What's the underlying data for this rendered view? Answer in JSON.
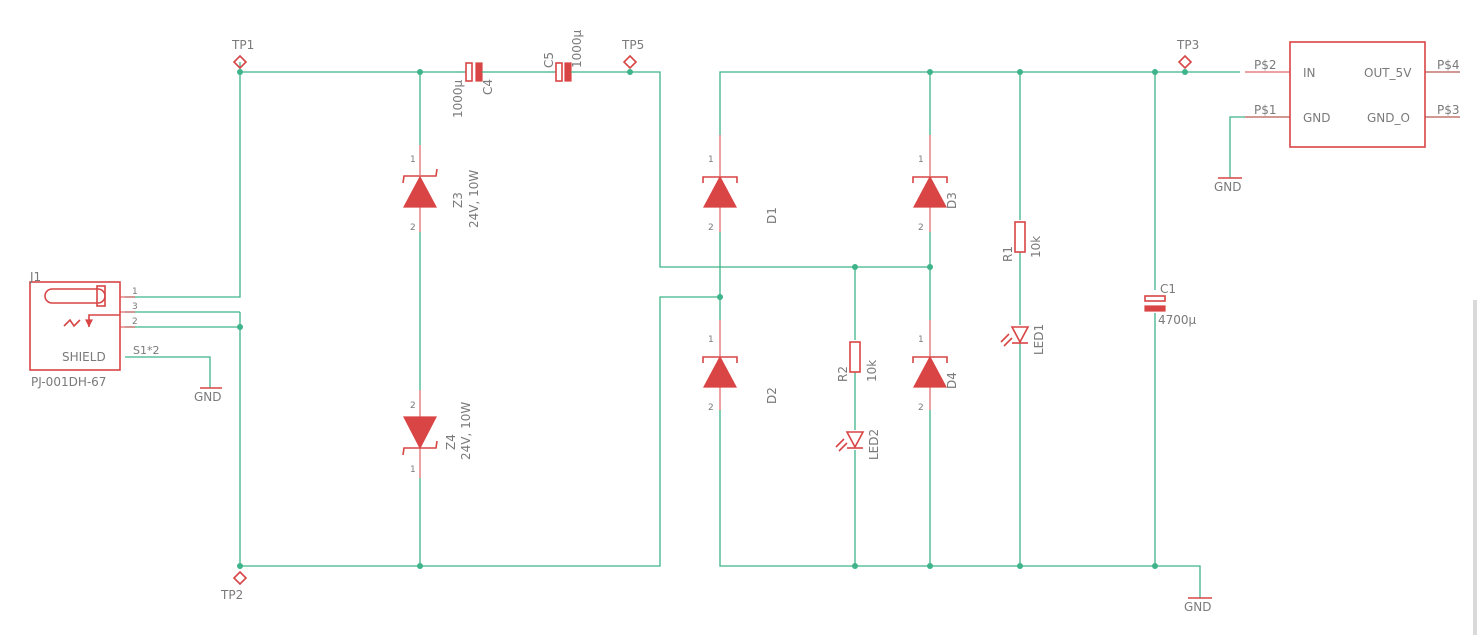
{
  "schematic": {
    "testpoints": {
      "tp1": "TP1",
      "tp2": "TP2",
      "tp3": "TP3",
      "tp5": "TP5"
    },
    "jack": {
      "ref": "J1",
      "value": "PJ-001DH-67",
      "shield_text": "SHIELD",
      "pins": [
        "1",
        "3",
        "2"
      ],
      "shield_pin": "S1*2"
    },
    "gnd": [
      "GND",
      "GND",
      "GND"
    ],
    "capacitors": {
      "c4": {
        "ref": "C4",
        "value": "1000µ"
      },
      "c5": {
        "ref": "C5",
        "value": "1000µ"
      },
      "c1": {
        "ref": "C1",
        "value": "4700µ"
      }
    },
    "zeners": {
      "z3": {
        "ref": "Z3",
        "value": "24V, 10W"
      },
      "z4": {
        "ref": "Z4",
        "value": "24V, 10W"
      }
    },
    "diodes": {
      "d1": "D1",
      "d2": "D2",
      "d3": "D3",
      "d4": "D4"
    },
    "resistors": {
      "r1": {
        "ref": "R1",
        "value": "10k"
      },
      "r2": {
        "ref": "R2",
        "value": "10k"
      }
    },
    "leds": {
      "led1": "LED1",
      "led2": "LED2"
    },
    "regulator": {
      "in": "IN",
      "gnd": "GND",
      "out": "OUT_5V",
      "gnd_o": "GND_O",
      "ps2": "P$2",
      "ps1": "P$1",
      "ps4": "P$4",
      "ps3": "P$3"
    },
    "pin_numbers": {
      "one": "1",
      "two": "2"
    }
  },
  "colors": {
    "wire": "#3fb38a",
    "symbol": "#d94545",
    "text": "#7a7a7a",
    "background": "#ffffff"
  }
}
